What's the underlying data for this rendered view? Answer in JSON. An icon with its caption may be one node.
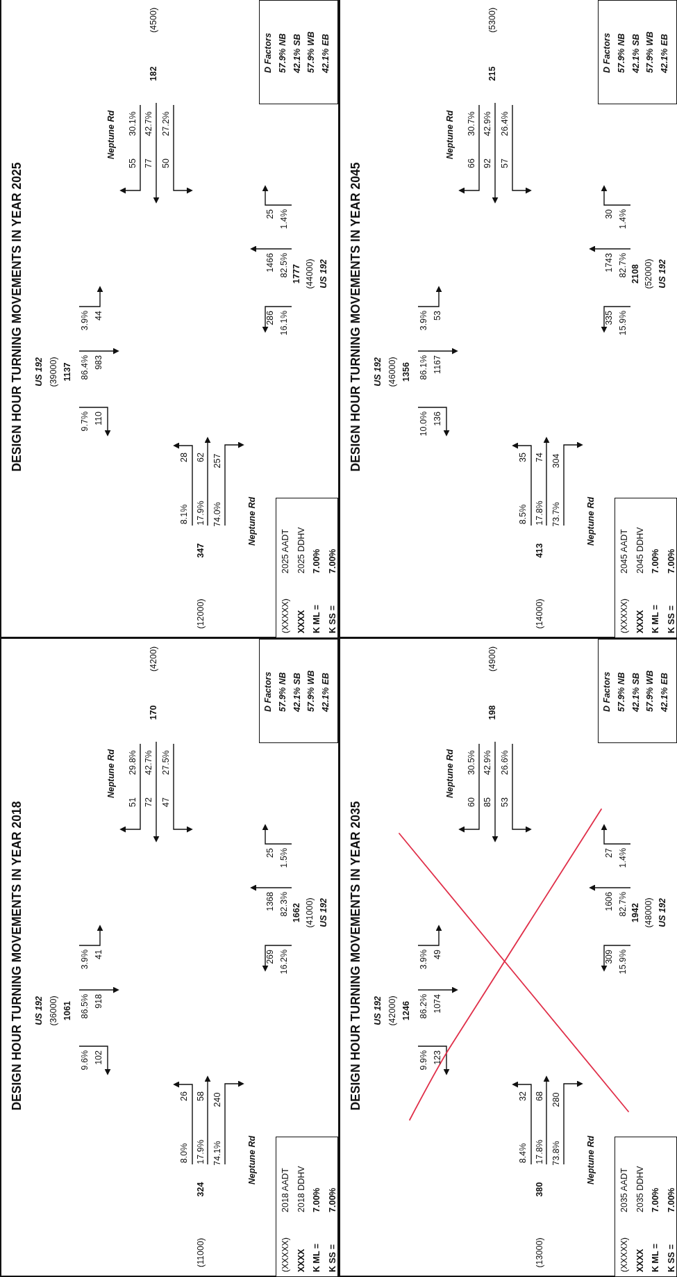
{
  "diagram": {
    "nodes": [
      {
        "text": [
          "DESIGN HOUR TURNING MOVEMENTS IN YEAR 2018"
        ]
      },
      {
        "text": [
          "(XXXXX)",
          "2018 AADT",
          "XXXX",
          "2018 DDHV",
          "K ML =",
          "7.00%",
          "K SS =",
          "7.00%"
        ],
        "in": 0
      },
      {
        "text": [
          "D Factors",
          "57.9% NB",
          "42.1% SB",
          "57.9% WB",
          "42.1% EB"
        ],
        "in": 0
      },
      {
        "text": [
          "DESIGN HOUR TURNING MOVEMENTS IN YEAR 2025"
        ]
      },
      {
        "text": [
          "(XXXXX)",
          "2025 AADT",
          "XXXX",
          "2025 DDHV",
          "K ML =",
          "7.00%",
          "K SS =",
          "7.00%"
        ],
        "in": 3
      },
      {
        "text": [
          "D Factors",
          "57.9% NB",
          "42.1% SB",
          "57.9% WB",
          "42.1% EB"
        ],
        "in": 3
      },
      {
        "text": [
          "DESIGN HOUR TURNING MOVEMENTS IN YEAR 2035"
        ]
      },
      {
        "text": [
          "(XXXXX)",
          "2035 AADT",
          "XXXX",
          "2035 DDHV",
          "K ML =",
          "7.00%",
          "K SS =",
          "7.00%"
        ],
        "in": 6
      },
      {
        "text": [
          "D Factors",
          "57.9% NB",
          "42.1% SB",
          "57.9% WB",
          "42.1% EB"
        ],
        "in": 6
      },
      {
        "text": [
          "DESIGN HOUR TURNING MOVEMENTS IN YEAR 2045"
        ]
      },
      {
        "text": [
          "(XXXXX)",
          "2045 AADT",
          "XXXX",
          "2045 DDHV",
          "K ML =",
          "7.00%",
          "K SS =",
          "7.00%"
        ],
        "in": 9
      },
      {
        "text": [
          "D Factors",
          "57.9% NB",
          "42.1% SB",
          "57.9% WB",
          "42.1% EB"
        ],
        "in": 9
      }
    ],
    "edges": [],
    "labels": [
      "US 192",
      "(36000)",
      "1061",
      "9.6%",
      "86.5%",
      "3.9%",
      "102",
      "918",
      "41",
      "Neptune Rd",
      "51",
      "29.8%",
      "72",
      "42.7%",
      "170",
      "(4200)",
      "47",
      "27.5%",
      "8.0%",
      "26",
      "(11000)",
      "324",
      "17.9%",
      "58",
      "74.1%",
      "240",
      "Neptune Rd",
      "269",
      "1368",
      "25",
      "16.2%",
      "82.3%",
      "1.5%",
      "1662",
      "(41000)",
      "US 192",
      "US 192",
      "(39000)",
      "1137",
      "9.7%",
      "86.4%",
      "3.9%",
      "110",
      "983",
      "44",
      "Neptune Rd",
      "55",
      "30.1%",
      "77",
      "42.7%",
      "182",
      "(4500)",
      "50",
      "27.2%",
      "8.1%",
      "28",
      "(12000)",
      "347",
      "17.9%",
      "62",
      "74.0%",
      "257",
      "Neptune Rd",
      "286",
      "1466",
      "25",
      "16.1%",
      "82.5%",
      "1.4%",
      "1777",
      "(44000)",
      "US 192",
      "US 192",
      "(42000)",
      "1246",
      "9.9%",
      "86.2%",
      "3.9%",
      "123",
      "1074",
      "49",
      "Neptune Rd",
      "60",
      "30.5%",
      "85",
      "42.9%",
      "198",
      "(4900)",
      "53",
      "26.6%",
      "8.4%",
      "32",
      "(13000)",
      "380",
      "17.8%",
      "68",
      "73.8%",
      "280",
      "Neptune Rd",
      "309",
      "1606",
      "27",
      "15.9%",
      "82.7%",
      "1.4%",
      "1942",
      "(48000)",
      "US 192",
      "US 192",
      "(46000)",
      "1356",
      "10.0%",
      "86.1%",
      "3.9%",
      "136",
      "1167",
      "53",
      "Neptune Rd",
      "66",
      "30.7%",
      "92",
      "42.9%",
      "215",
      "(5300)",
      "57",
      "26.4%",
      "8.5%",
      "35",
      "(14000)",
      "413",
      "17.8%",
      "74",
      "73.7%",
      "304",
      "Neptune Rd",
      "335",
      "1743",
      "30",
      "15.9%",
      "82.7%",
      "1.4%",
      "2108",
      "(52000)",
      "US 192"
    ]
  }
}
